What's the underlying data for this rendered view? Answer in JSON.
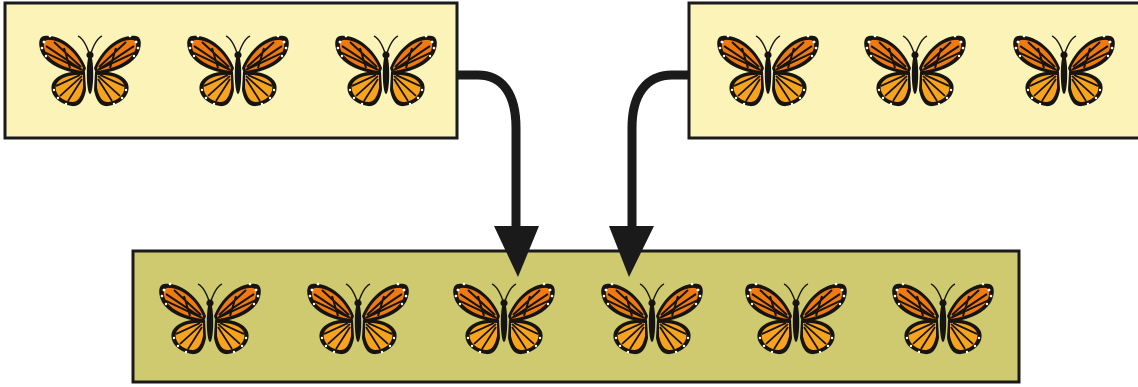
{
  "colors": {
    "top_box_fill": "#FBF3B8",
    "bottom_box_fill": "#CFCA6F",
    "box_border": "#1a1a1a",
    "arrow": "#1a1a1a",
    "wing_orange": "#EF7A12",
    "wing_orange_light": "#F8A31E",
    "wing_border": "#161410",
    "spot": "#ffffff"
  },
  "icons": {
    "butterfly": "monarch-butterfly-icon"
  },
  "groups": {
    "left": {
      "name": "left-group-box",
      "count": 3
    },
    "right": {
      "name": "right-group-box",
      "count": 3
    },
    "combined": {
      "name": "combined-group-box",
      "count": 6
    }
  }
}
